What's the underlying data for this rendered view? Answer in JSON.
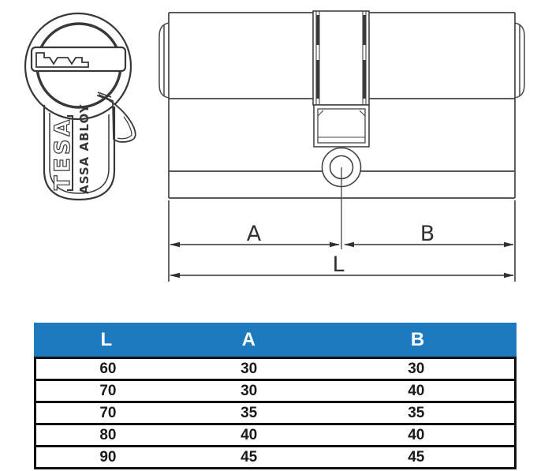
{
  "diagram": {
    "dim_labels": {
      "a": "A",
      "b": "B",
      "l": "L"
    }
  },
  "branding": {
    "tesa": "TESA",
    "assa_abloy": "ASSA ABLOY"
  },
  "table": {
    "headers": [
      "L",
      "A",
      "B"
    ],
    "rows": [
      [
        "60",
        "30",
        "30"
      ],
      [
        "70",
        "30",
        "40"
      ],
      [
        "70",
        "35",
        "35"
      ],
      [
        "80",
        "40",
        "40"
      ],
      [
        "90",
        "45",
        "45"
      ]
    ]
  },
  "colors": {
    "table_header_bg": "#1e7abf",
    "table_border": "#111111",
    "line_art": "#444444",
    "dimension": "#303030"
  }
}
